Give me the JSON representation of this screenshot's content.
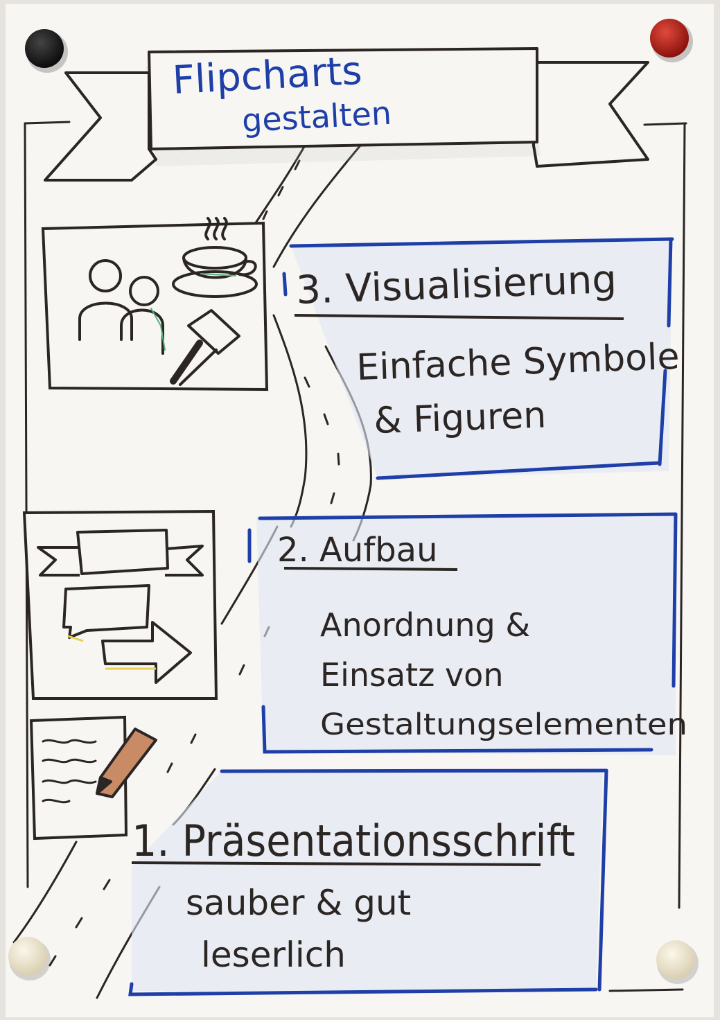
{
  "banner": {
    "title_line1": "Flipcharts",
    "title_line2": "gestalten"
  },
  "sections": [
    {
      "heading": "3. Visualisierung",
      "text_line1": "Einfache Symbole",
      "text_line2": "& Figuren"
    },
    {
      "heading": "2. Aufbau",
      "text_line1": "Anordnung &",
      "text_line2": "Einsatz von",
      "text_line3": "Gestaltungselementen"
    },
    {
      "heading": "1. Präsentationsschrift",
      "text_line1": "sauber & gut",
      "text_line2": "leserlich"
    }
  ],
  "colors": {
    "paper": "#f7f6f3",
    "wall": "#e6e3de",
    "marker_black": "#2b2523",
    "marker_blue": "#1f3fa8",
    "chalk_blue": "#9db8e0",
    "chalk_grey": "#b7b3ad",
    "magnet_black": "#151515",
    "magnet_red": "#b01c14",
    "magnet_cream": "#eee6cf"
  },
  "icons": [
    "people-icon",
    "coffee-cup-icon",
    "hammer-icon",
    "banner-icon",
    "speech-bubble-icon",
    "arrow-icon",
    "document-icon",
    "pencil-icon",
    "road-icon",
    "magnet-icon"
  ]
}
